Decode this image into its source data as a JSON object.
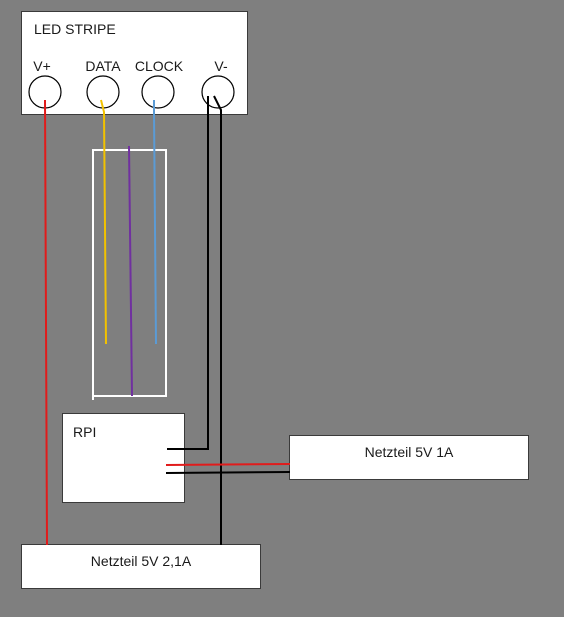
{
  "led_stripe": {
    "title": "LED STRIPE",
    "pins": [
      "V+",
      "DATA",
      "CLOCK",
      "V-"
    ]
  },
  "rpi": {
    "title": "RPI"
  },
  "psu_small": {
    "title": "Netzteil 5V 1A"
  },
  "psu_large": {
    "title": "Netzteil 5V 2,1A"
  },
  "colors": {
    "background": "#7f7f7f",
    "power_positive": "#e11b1b",
    "ground": "#000000",
    "data": "#f2c200",
    "clock": "#5b9bd5",
    "extra": "#7030a0",
    "connector_frame": "#ffffff"
  }
}
